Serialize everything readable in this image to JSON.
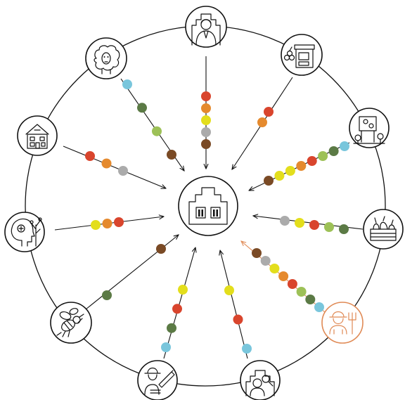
{
  "colors": {
    "blue": "#79C6DC",
    "dark_green": "#5B7A45",
    "light_green": "#9DC157",
    "red": "#D9452D",
    "orange": "#E58A2E",
    "yellow": "#E3DE1C",
    "gray": "#ABABAB",
    "brown": "#7A4A25",
    "ink": "#111111",
    "highlight": "#E08A55"
  },
  "center": {
    "icon": "museum-building-icon"
  },
  "nodes": [
    {
      "id": "person-stepped-frame",
      "icon": "person-icon",
      "dots": [
        "red",
        "orange",
        "yellow",
        "gray",
        "brown"
      ],
      "highlight": false
    },
    {
      "id": "market-stall",
      "icon": "market-stall-icon",
      "dots": [
        "red",
        "orange"
      ],
      "highlight": false
    },
    {
      "id": "flower-sign",
      "icon": "flower-sign-icon",
      "dots": [
        "brown",
        "yellow",
        "yellow",
        "orange",
        "red",
        "light_green",
        "dark_green",
        "blue"
      ],
      "highlight": false
    },
    {
      "id": "vegetable-crate",
      "icon": "vegetable-crate-icon",
      "dots": [
        "gray",
        "yellow",
        "red",
        "light_green",
        "dark_green"
      ],
      "highlight": false
    },
    {
      "id": "farmer-pitchfork",
      "icon": "farmer-pitchfork-icon",
      "dots": [
        "brown",
        "gray",
        "yellow",
        "orange",
        "red",
        "light_green",
        "dark_green",
        "blue"
      ],
      "highlight": true
    },
    {
      "id": "researcher-magnifier",
      "icon": "magnifier-person-icon",
      "dots": [
        "yellow",
        "red",
        "blue"
      ],
      "highlight": false
    },
    {
      "id": "woodcutter-chainsaw",
      "icon": "chainsaw-person-icon",
      "dots": [
        "yellow",
        "red",
        "dark_green",
        "blue"
      ],
      "highlight": false
    },
    {
      "id": "bee",
      "icon": "bee-icon",
      "dots": [
        "brown",
        "dark_green"
      ],
      "highlight": false
    },
    {
      "id": "head-with-plant",
      "icon": "head-plant-icon",
      "dots": [
        "red",
        "orange",
        "yellow"
      ],
      "highlight": false
    },
    {
      "id": "house",
      "icon": "house-icon",
      "dots": [
        "red",
        "orange",
        "gray"
      ],
      "highlight": false
    },
    {
      "id": "sheep",
      "icon": "sheep-icon",
      "dots": [
        "blue",
        "dark_green",
        "light_green",
        "brown"
      ],
      "highlight": false
    }
  ]
}
